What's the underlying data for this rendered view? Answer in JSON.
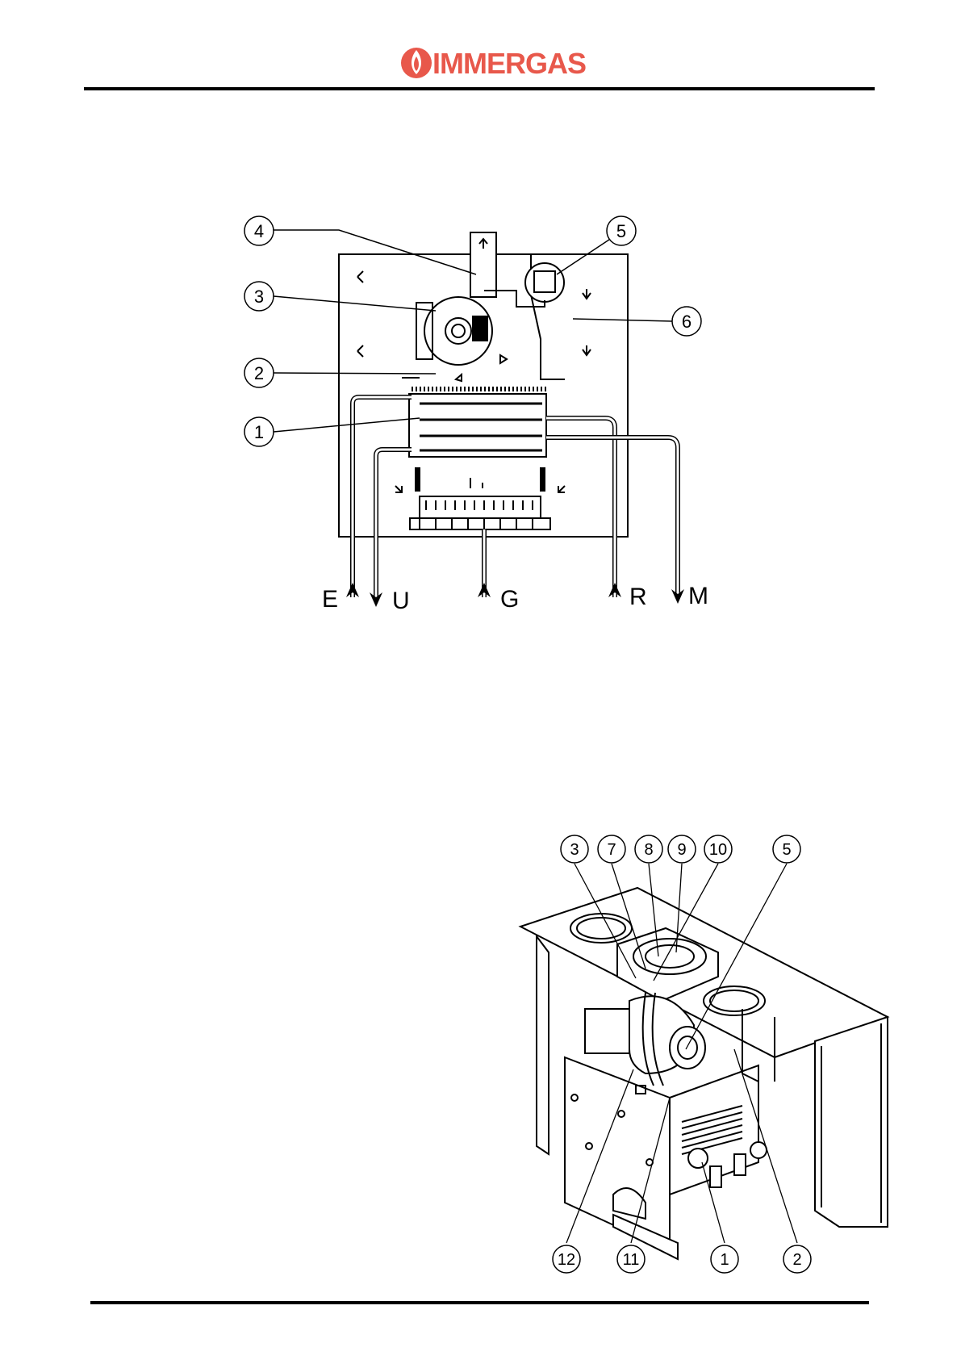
{
  "header": {
    "brand": "IMMERGAS",
    "brand_color": "#e8584b"
  },
  "diagram_top": {
    "callouts": [
      "1",
      "2",
      "3",
      "4",
      "5",
      "6"
    ],
    "flow_labels": [
      "E",
      "U",
      "G",
      "R",
      "M"
    ]
  },
  "diagram_bottom": {
    "callouts_top": [
      "3",
      "7",
      "8",
      "9",
      "10",
      "5"
    ],
    "callouts_bottom": [
      "12",
      "11",
      "1",
      "2"
    ]
  }
}
